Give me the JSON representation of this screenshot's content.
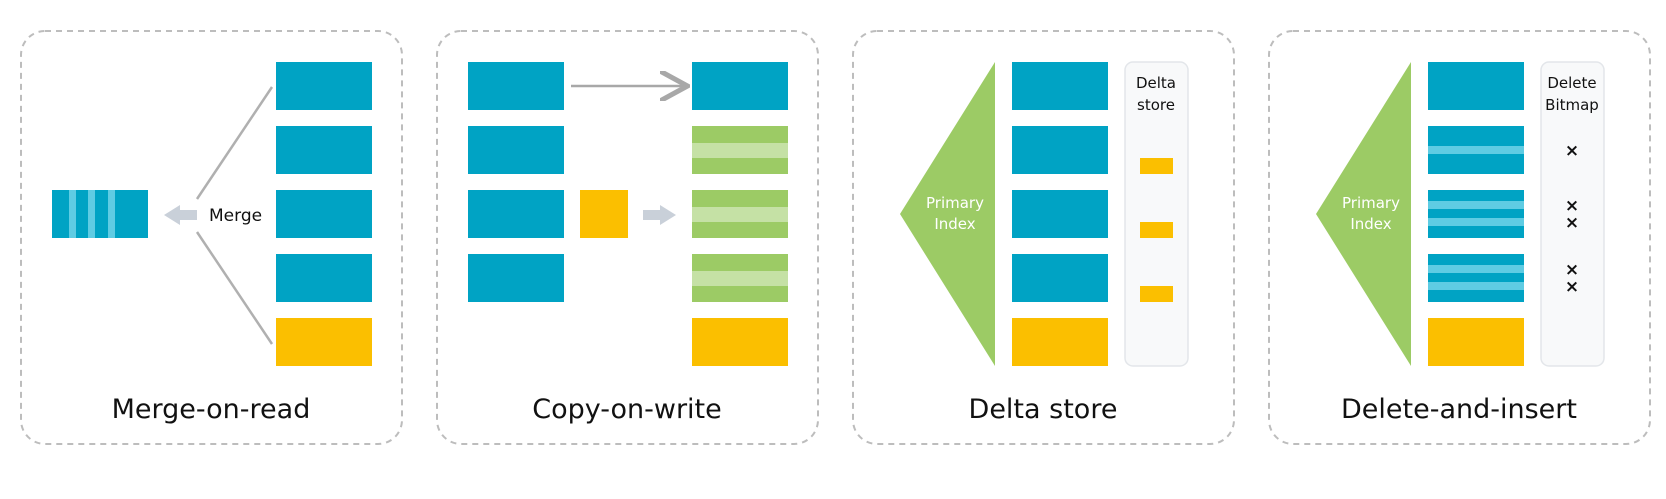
{
  "colors": {
    "blue": "#00A3C4",
    "blue_stripe": "#5FCCE3",
    "yellow": "#FBBF00",
    "green": "#9CCB65",
    "green_light": "#C5E1A5",
    "border": "#BDBDBD",
    "arrow_gray": "#B0B0B0",
    "arrow_light": "#C9D0D9",
    "store_bg": "#F8F9FA"
  },
  "panels": [
    {
      "title": "Merge-on-read",
      "merge_label": "Merge"
    },
    {
      "title": "Copy-on-write"
    },
    {
      "title": "Delta store",
      "side_title": [
        "Delta",
        "store"
      ],
      "index_label": [
        "Primary",
        "Index"
      ]
    },
    {
      "title": "Delete-and-insert",
      "side_title": [
        "Delete",
        "Bitmap"
      ],
      "index_label": [
        "Primary",
        "Index"
      ],
      "markers": [
        "×",
        "×",
        "×",
        "×",
        "×"
      ]
    }
  ]
}
